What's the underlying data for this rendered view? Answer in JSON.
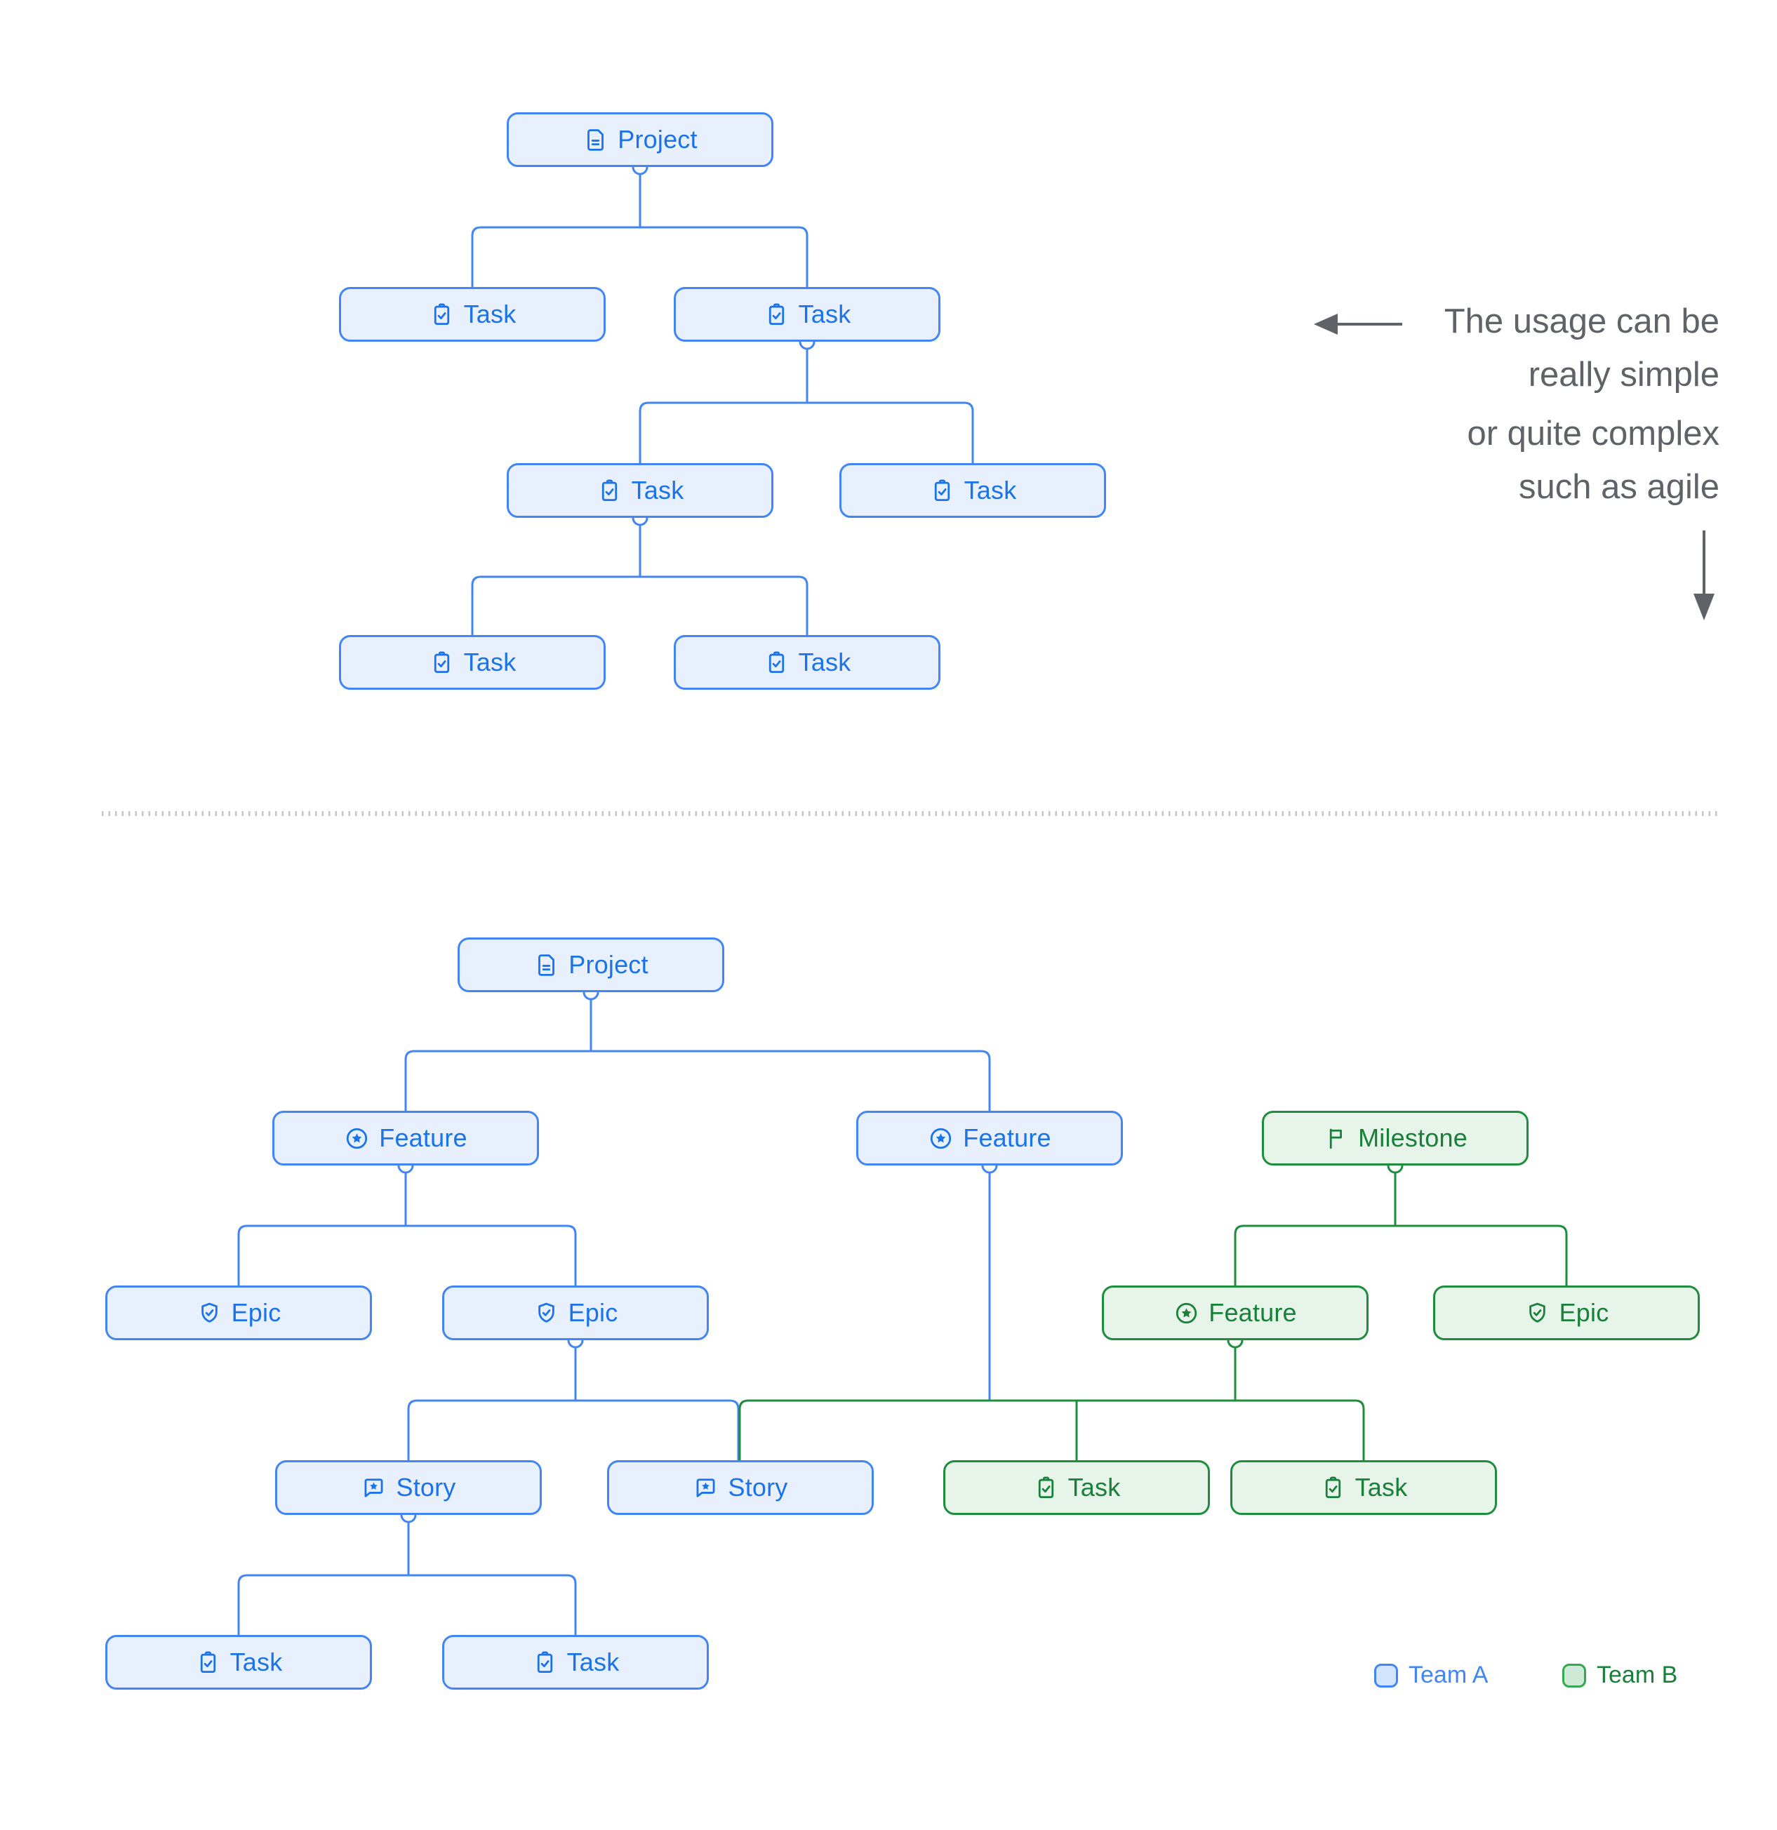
{
  "colors": {
    "team_a_border": "#4285f4",
    "team_a_fill": "#e8f0fe",
    "team_a_text": "#1a73e8",
    "team_b_border": "#1e8e3e",
    "team_b_fill": "#e6f4ea",
    "team_b_text": "#188038",
    "legend_a_swatch": "#d2e3fc",
    "legend_b_swatch": "#ceead6",
    "annotation_text": "#5f6368",
    "divider_dots": "#c2c5c9"
  },
  "top_tree": {
    "nodes": [
      {
        "id": "project",
        "label": "Project",
        "icon": "document-icon",
        "team": "Team A"
      },
      {
        "id": "task-1",
        "label": "Task",
        "icon": "clipboard-check-icon",
        "team": "Team A"
      },
      {
        "id": "task-2",
        "label": "Task",
        "icon": "clipboard-check-icon",
        "team": "Team A"
      },
      {
        "id": "task-3",
        "label": "Task",
        "icon": "clipboard-check-icon",
        "team": "Team A"
      },
      {
        "id": "task-4",
        "label": "Task",
        "icon": "clipboard-check-icon",
        "team": "Team A"
      },
      {
        "id": "task-5",
        "label": "Task",
        "icon": "clipboard-check-icon",
        "team": "Team A"
      },
      {
        "id": "task-6",
        "label": "Task",
        "icon": "clipboard-check-icon",
        "team": "Team A"
      }
    ]
  },
  "bottom_tree": {
    "nodes": [
      {
        "id": "project",
        "label": "Project",
        "icon": "document-icon",
        "team": "Team A"
      },
      {
        "id": "feature-1",
        "label": "Feature",
        "icon": "star-circle-icon",
        "team": "Team A"
      },
      {
        "id": "feature-2",
        "label": "Feature",
        "icon": "star-circle-icon",
        "team": "Team A"
      },
      {
        "id": "milestone",
        "label": "Milestone",
        "icon": "flag-icon",
        "team": "Team B"
      },
      {
        "id": "epic-1",
        "label": "Epic",
        "icon": "shield-check-icon",
        "team": "Team A"
      },
      {
        "id": "epic-2",
        "label": "Epic",
        "icon": "shield-check-icon",
        "team": "Team A"
      },
      {
        "id": "feature-3",
        "label": "Feature",
        "icon": "star-circle-icon",
        "team": "Team B"
      },
      {
        "id": "epic-3",
        "label": "Epic",
        "icon": "shield-check-icon",
        "team": "Team B"
      },
      {
        "id": "story-1",
        "label": "Story",
        "icon": "message-star-icon",
        "team": "Team A"
      },
      {
        "id": "story-2",
        "label": "Story",
        "icon": "message-star-icon",
        "team": "Team A"
      },
      {
        "id": "task-b1",
        "label": "Task",
        "icon": "clipboard-check-icon",
        "team": "Team B"
      },
      {
        "id": "task-b2",
        "label": "Task",
        "icon": "clipboard-check-icon",
        "team": "Team B"
      },
      {
        "id": "task-a1",
        "label": "Task",
        "icon": "clipboard-check-icon",
        "team": "Team A"
      },
      {
        "id": "task-a2",
        "label": "Task",
        "icon": "clipboard-check-icon",
        "team": "Team A"
      }
    ]
  },
  "annotation": {
    "block1_line1": "The usage can be",
    "block1_line2": "really simple",
    "block2_line1": "or quite complex",
    "block2_line2": "such as agile"
  },
  "legend": {
    "team_a": {
      "label": "Team A"
    },
    "team_b": {
      "label": "Team B"
    }
  }
}
